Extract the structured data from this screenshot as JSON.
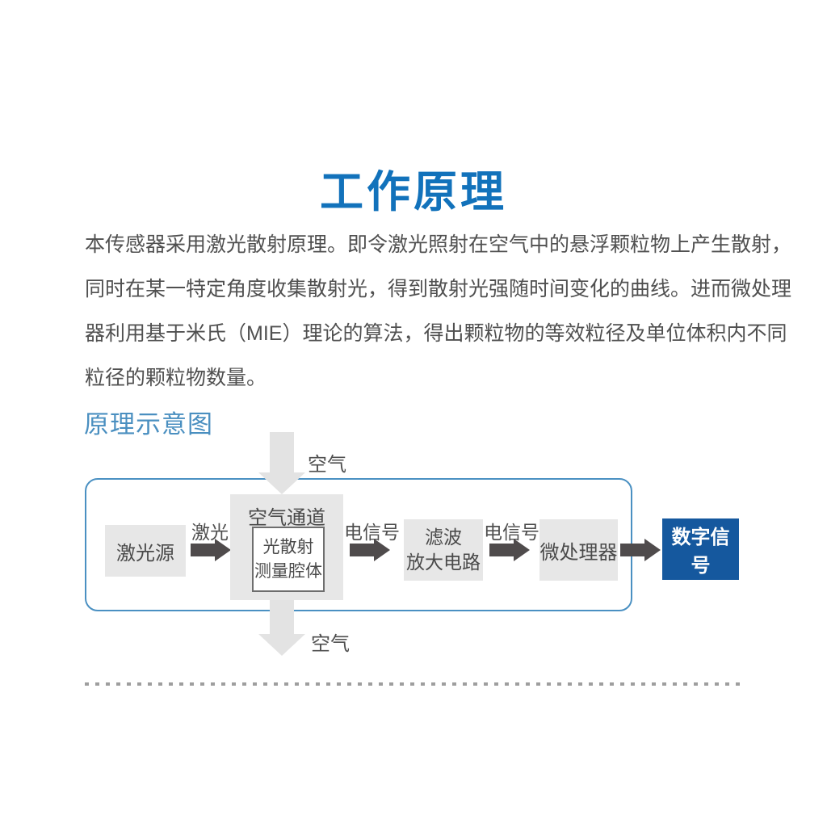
{
  "page": {
    "title": "工作原理",
    "intro_lines": [
      "本传感器采用激光散射原理。即令激光照射在空气中的悬浮颗粒物上产生散射，",
      "同时在某一特定角度收集散射光，得到散射光强随时间变化的曲线。进而微处理",
      "器利用基于米氏（MIE）理论的算法，得出颗粒物的等效粒径及单位体积内不同",
      "粒径的颗粒物数量。"
    ],
    "section_heading": "原理示意图"
  },
  "diagram": {
    "air_in_label": "空气",
    "air_out_label": "空气",
    "laser_source_label": "激光源",
    "laser_arrow_label": "激光",
    "air_channel_label": "空气通道",
    "chamber_line1": "光散射",
    "chamber_line2": "测量腔体",
    "signal_arrow_label_1": "电信号",
    "filter_line1": "滤波",
    "filter_line2": "放大电路",
    "signal_arrow_label_2": "电信号",
    "microprocessor_label": "微处理器",
    "digital_signal_label": "数字信号"
  },
  "colors": {
    "title_blue": "#1272bb",
    "section_heading_blue": "#4a8fc0",
    "body_text_gray": "#505050",
    "box_gray": "#e7e7e7",
    "air_arrow_gray": "#e3e3e3",
    "flow_arrow_dark": "#4f4b4c",
    "digital_box_blue": "#15589e",
    "container_border_blue": "#4a90c2",
    "dashed_divider_gray": "#9e9e9e"
  }
}
